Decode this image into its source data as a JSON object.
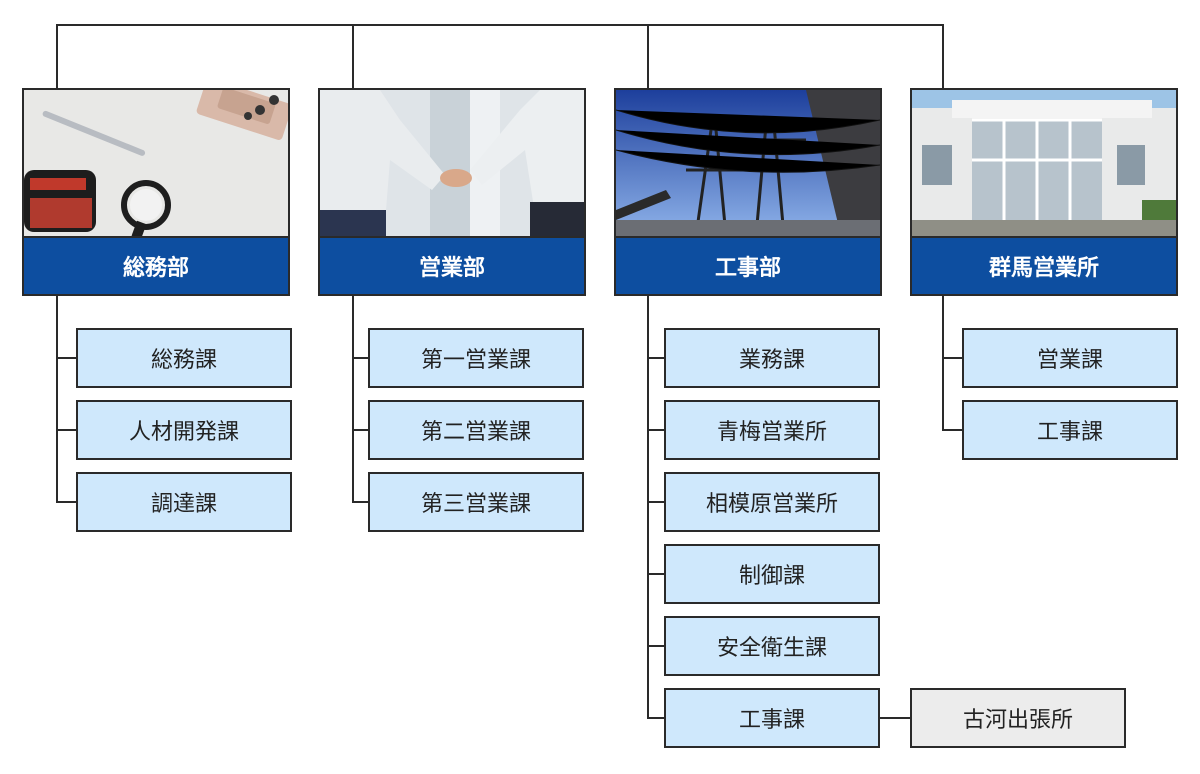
{
  "departments": [
    {
      "name": "総務部",
      "sections": [
        "総務課",
        "人材開発課",
        "調達課"
      ]
    },
    {
      "name": "営業部",
      "sections": [
        "第一営業課",
        "第二営業課",
        "第三営業課"
      ]
    },
    {
      "name": "工事部",
      "sections": [
        "業務課",
        "青梅営業所",
        "相模原営業所",
        "制御課",
        "安全衛生課",
        "工事課"
      ]
    },
    {
      "name": "群馬営業所",
      "sections": [
        "営業課",
        "工事課"
      ]
    }
  ],
  "branch_office": "古河出張所",
  "colors": {
    "dept_header": "#0d4ea0",
    "section_fill": "#cfe8fc",
    "branch_fill": "#ececec",
    "line": "#2a2a2a"
  },
  "photos": [
    "desk-stationery-photo",
    "handshake-photo",
    "power-lines-photo",
    "office-building-photo"
  ]
}
